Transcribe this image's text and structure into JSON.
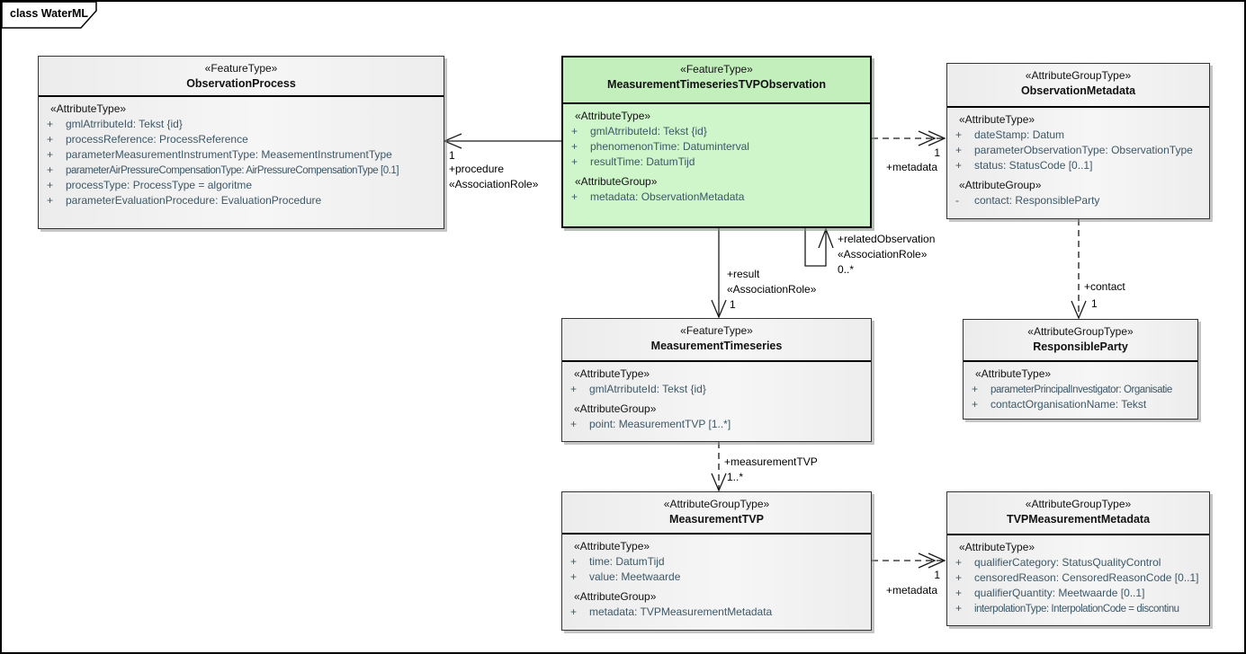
{
  "frame": {
    "label": "class WaterML"
  },
  "colors": {
    "highlight_header": "#c3efbd",
    "highlight_body": "#cff5ca",
    "box_fill": "#efefef",
    "attribute_text": "#3d5766",
    "line": "#000000"
  },
  "classes": {
    "observation_process": {
      "stereotype": "«FeatureType»",
      "name": "ObservationProcess",
      "rows": [
        {
          "text": "«AttributeType»"
        },
        {
          "vis": "+",
          "text": "gmlAtrributeId: Tekst {id}"
        },
        {
          "vis": "+",
          "text": "processReference: ProcessReference"
        },
        {
          "vis": "+",
          "text": "parameterMeasurementInstrumentType: MeasementInstrumentType"
        },
        {
          "vis": "+",
          "text": "parameterAirPressureCompensationType: AirPressureCompensationType [0.1]"
        },
        {
          "vis": "+",
          "text": "processType: ProcessType = algoritme"
        },
        {
          "vis": "+",
          "text": "parameterEvaluationProcedure: EvaluationProcedure"
        }
      ]
    },
    "mt_tvp_observation": {
      "stereotype": "«FeatureType»",
      "name": "MeasurementTimeseriesTVPObservation",
      "rows": [
        {
          "text": "«AttributeType»"
        },
        {
          "vis": "+",
          "text": "gmlAtrributeId: Tekst {id}"
        },
        {
          "vis": "+",
          "text": "phenomenonTime: Datuminterval"
        },
        {
          "vis": "+",
          "text": "resultTime: DatumTijd"
        },
        {
          "text": "«AttributeGroup»"
        },
        {
          "vis": "+",
          "text": "metadata: ObservationMetadata"
        }
      ]
    },
    "observation_metadata": {
      "stereotype": "«AttributeGroupType»",
      "name": "ObservationMetadata",
      "rows": [
        {
          "text": "«AttributeType»"
        },
        {
          "vis": "+",
          "text": "dateStamp: Datum"
        },
        {
          "vis": "+",
          "text": "parameterObservationType: ObservationType"
        },
        {
          "vis": "+",
          "text": "status: StatusCode [0..1]"
        },
        {
          "text": "«AttributeGroup»"
        },
        {
          "vis": "-",
          "text": "contact: ResponsibleParty"
        }
      ]
    },
    "responsible_party": {
      "stereotype": "«AttributeGroupType»",
      "name": "ResponsibleParty",
      "rows": [
        {
          "text": "«AttributeType»"
        },
        {
          "vis": "+",
          "text": "parameterPrincipalInvestigator: Organisatie"
        },
        {
          "vis": "+",
          "text": "contactOrganisationName: Tekst"
        }
      ]
    },
    "measurement_timeseries": {
      "stereotype": "«FeatureType»",
      "name": "MeasurementTimeseries",
      "rows": [
        {
          "text": "«AttributeType»"
        },
        {
          "vis": "+",
          "text": "gmlAtrributeId: Tekst {id}"
        },
        {
          "text": "«AttributeGroup»"
        },
        {
          "vis": "+",
          "text": "point: MeasurementTVP [1..*]"
        }
      ]
    },
    "measurement_tvp": {
      "stereotype": "«AttributeGroupType»",
      "name": "MeasurementTVP",
      "rows": [
        {
          "text": "«AttributeType»"
        },
        {
          "vis": "+",
          "text": "time: DatumTijd"
        },
        {
          "vis": "+",
          "text": "value: Meetwaarde"
        },
        {
          "text": "«AttributeGroup»"
        },
        {
          "vis": "+",
          "text": "metadata: TVPMeasurementMetadata"
        }
      ]
    },
    "tvp_measurement_metadata": {
      "stereotype": "«AttributeGroupType»",
      "name": "TVPMeasurementMetadata",
      "rows": [
        {
          "text": "«AttributeType»"
        },
        {
          "vis": "+",
          "text": "qualifierCategory: StatusQualityControl"
        },
        {
          "vis": "+",
          "text": "censoredReason: CensoredReasonCode [0..1]"
        },
        {
          "vis": "+",
          "text": "qualifierQuantity: Meetwaarde [0..1]"
        },
        {
          "vis": "+",
          "text": "interpolationType: InterpolationCode = discontinu"
        }
      ]
    }
  },
  "connectors": {
    "procedure": {
      "multiplicity": "1",
      "role": "+procedure",
      "stereotype": "«AssociationRole»"
    },
    "metadata_observation": {
      "multiplicity": "1",
      "role": "+metadata"
    },
    "related_observation": {
      "role": "+relatedObservation",
      "stereotype": "«AssociationRole»",
      "multiplicity": "0..*"
    },
    "result": {
      "role": "+result",
      "stereotype": "«AssociationRole»",
      "multiplicity": "1"
    },
    "measurement_tvp": {
      "role": "+measurementTVP",
      "multiplicity": "1..*"
    },
    "contact": {
      "role": "+contact",
      "multiplicity": "1"
    },
    "metadata_tvp": {
      "multiplicity": "1",
      "role": "+metadata"
    }
  }
}
